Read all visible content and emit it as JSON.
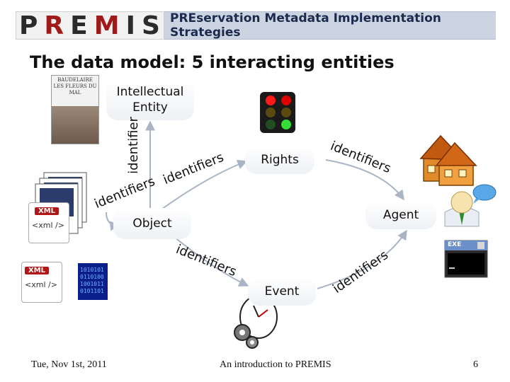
{
  "header": {
    "logo_letters": [
      "P",
      "R",
      "E",
      "M",
      "I",
      "S"
    ],
    "tagline": "PREservation Metadata Implementation Strategies"
  },
  "slide": {
    "title": "The data model: 5 interacting entities"
  },
  "entities": {
    "intellectual_entity": "Intellectual Entity",
    "rights": "Rights",
    "agent": "Agent",
    "object": "Object",
    "event": "Event"
  },
  "edge_labels": {
    "identifier": "identifier",
    "identifiers": "identifiers"
  },
  "icons": {
    "book_cover": "book-cover-les-fleurs-du-mal",
    "book_text": "BAUDELAIRE LES FLEURS DU MAL",
    "xml_file": "XML",
    "xml_tag": "<xml />",
    "exe_label": "EXE"
  },
  "colors": {
    "arrow": "#a9b4c4",
    "banner": "#ccd4e2",
    "logo_red": "#a11a1a"
  },
  "footer": {
    "date": "Tue, Nov 1st, 2011",
    "center": "An introduction to PREMIS",
    "page": "6"
  }
}
